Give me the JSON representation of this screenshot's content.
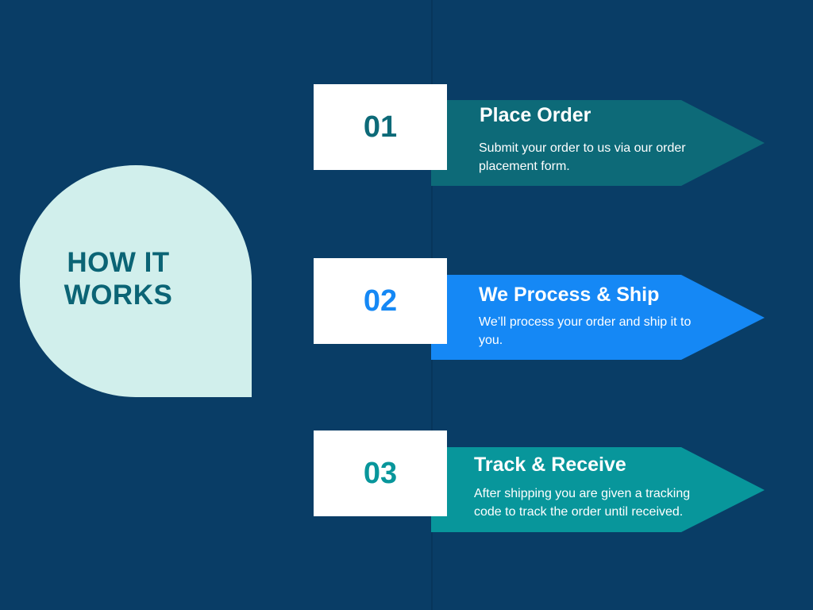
{
  "badge": {
    "title": "HOW IT\nWORKS"
  },
  "steps": [
    {
      "number": "01",
      "title": "Place Order",
      "description": "Submit your order to us via our order placement form.",
      "color": "#0d6a78"
    },
    {
      "number": "02",
      "title": "We Process & Ship",
      "description": "We’ll process your order and ship it to you.",
      "color": "#1588f5"
    },
    {
      "number": "03",
      "title": "Track & Receive",
      "description": "After shipping you are given a tracking code to track the order until received.",
      "color": "#08969b"
    }
  ],
  "colors": {
    "background": "#093d66",
    "badge": "#d1efec",
    "badge_text": "#0b6475"
  }
}
